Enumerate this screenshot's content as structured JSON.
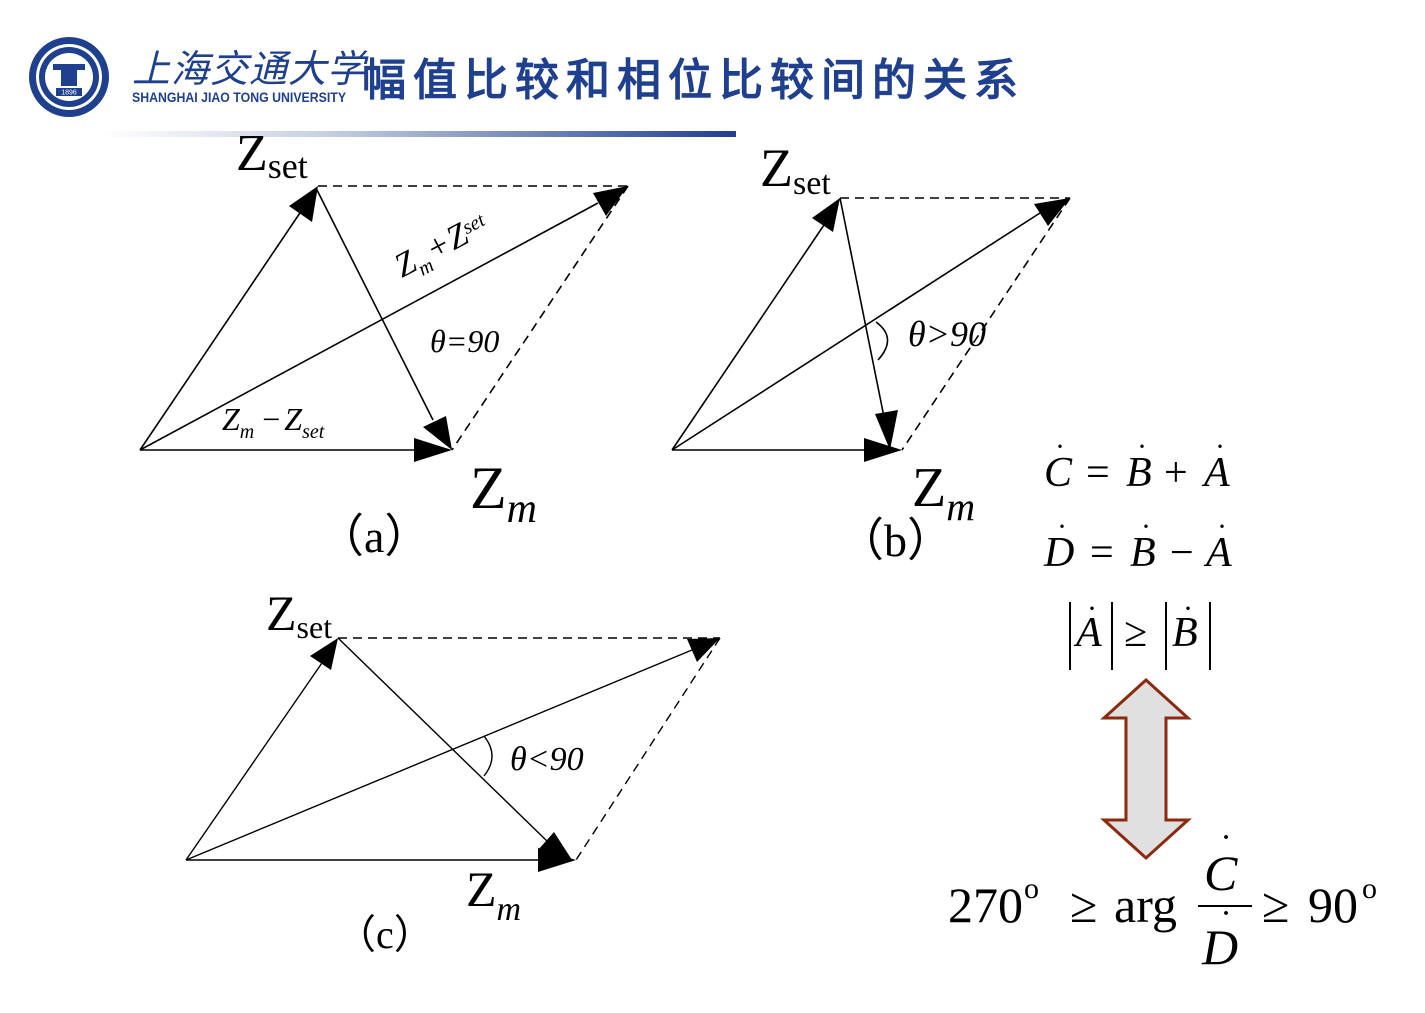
{
  "header": {
    "university_cn": "上海交通大学",
    "university_en": "SHANGHAI JIAO TONG UNIVERSITY",
    "logo_year": "1896",
    "title": "幅值比较和相位比较间的关系",
    "brand_color": "#1f3f8f"
  },
  "diagrams": {
    "a": {
      "zset_main": "Z",
      "zset_sub": "set",
      "zm_main": "Z",
      "zm_sub": "m",
      "sum_main1": "Z",
      "sum_sub1": "m",
      "sum_op": "+",
      "sum_main2": "Z",
      "sum_sub2": "set",
      "diff_main1": "Z",
      "diff_sub1": "m",
      "diff_op": "−",
      "diff_main2": "Z",
      "diff_sub2": "set",
      "theta_label": "θ=90",
      "caption": "（a）"
    },
    "b": {
      "zset_main": "Z",
      "zset_sub": "set",
      "zm_main": "Z",
      "zm_sub": "m",
      "theta_label": "θ>90",
      "caption": "（b）"
    },
    "c": {
      "zset_main": "Z",
      "zset_sub": "set",
      "zm_main": "Z",
      "zm_sub": "m",
      "theta_label": "θ<90",
      "caption": "（c）"
    }
  },
  "equations": {
    "eq1": {
      "lhs": "C",
      "rhs1": "B",
      "op": "+",
      "rhs2": "A"
    },
    "eq2": {
      "lhs": "D",
      "rhs1": "B",
      "op": "−",
      "rhs2": "A"
    },
    "eq3": {
      "lhs": "A",
      "op": "≥",
      "rhs": "B"
    },
    "final": {
      "left": "270",
      "deg": "o",
      "ge": "≥",
      "arg": "arg",
      "num": "C",
      "den": "D",
      "right": "90"
    }
  },
  "arrow_fill": "#e0e0e0",
  "arrow_stroke": "#8b2a10"
}
